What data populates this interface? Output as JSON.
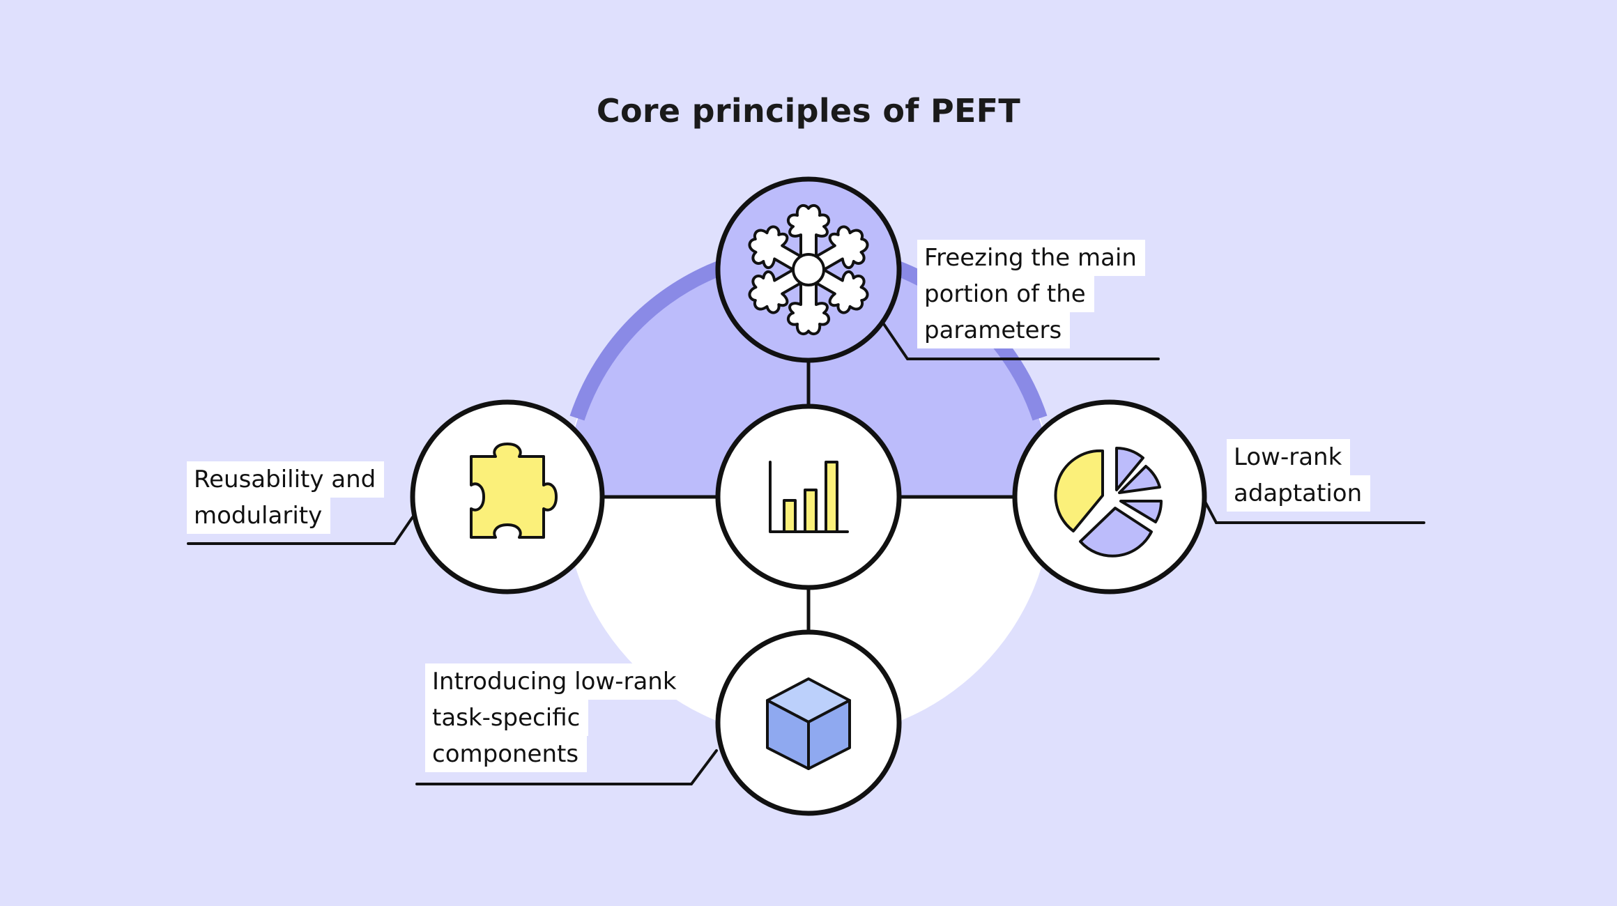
{
  "title": "Core principles of PEFT",
  "colors": {
    "background": "#dfe0fd",
    "accent_purple": "#bcbcfb",
    "ring_purple": "#8a8ae6",
    "icon_yellow": "#fbf07a",
    "icon_blue": "#8fa9f0",
    "outline": "#111111",
    "white": "#ffffff"
  },
  "nodes": [
    {
      "id": "top",
      "icon": "snowflake-icon",
      "label_lines": [
        "Freezing the main",
        "portion of the",
        "parameters"
      ]
    },
    {
      "id": "right",
      "icon": "pie-chart-icon",
      "label_lines": [
        "Low-rank",
        "adaptation"
      ]
    },
    {
      "id": "bottom",
      "icon": "cube-icon",
      "label_lines": [
        "Introducing low-rank",
        "task-specific",
        "components"
      ]
    },
    {
      "id": "left",
      "icon": "puzzle-icon",
      "label_lines": [
        "Reusability and",
        "modularity"
      ]
    },
    {
      "id": "center",
      "icon": "bar-chart-icon",
      "label_lines": []
    }
  ]
}
